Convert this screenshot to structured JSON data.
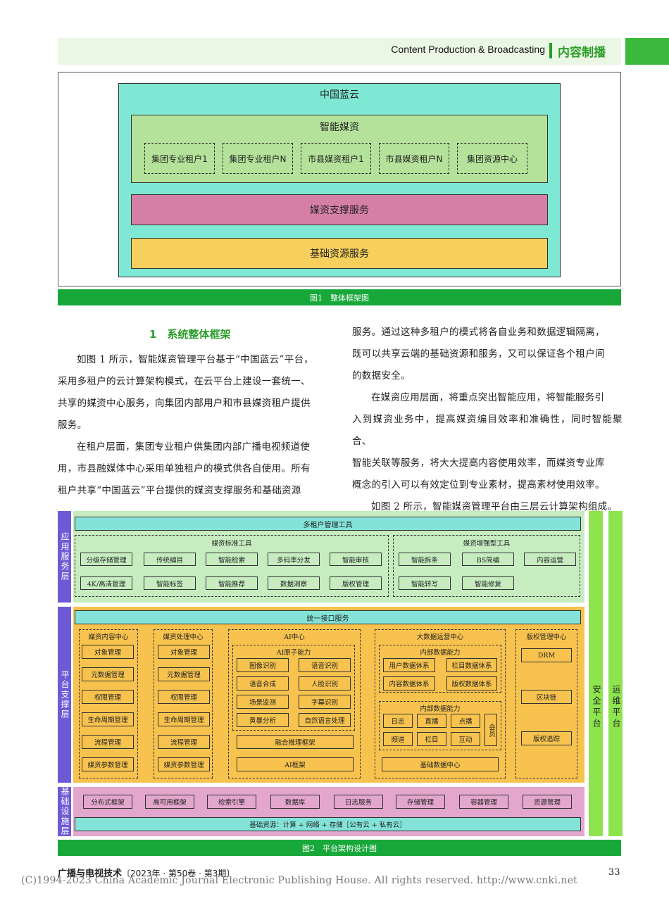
{
  "header": {
    "english": "Content Production & Broadcasting",
    "chinese": "内容制播"
  },
  "fig1": {
    "cloud": "中国蓝云",
    "smart": "智能媒资",
    "tenants": [
      "集团专业租户1",
      "集团专业租户N",
      "市县媒资租户1",
      "市县媒资租户N",
      "集团资源中心"
    ],
    "support": "媒资支撑服务",
    "base": "基础资源服务",
    "caption": "图1　整体框架图"
  },
  "section": {
    "title": "1　系统整体框架"
  },
  "paragraphs": {
    "left": [
      "如图 1 所示，智能媒资管理平台基于“中国蓝云”平台，",
      "采用多租户的云计算架构模式，在云平台上建设一套统一、",
      "共享的媒资中心服务，向集团内部用户和市县媒资租户提供",
      "服务。",
      "在租户层面，集团专业租户供集团内部广播电视频道使",
      "用，市县融媒体中心采用单独租户的模式供各自使用。所有",
      "租户共享“中国蓝云”平台提供的媒资支撑服务和基础资源"
    ],
    "right": [
      "服务。通过这种多租户的模式将各自业务和数据逻辑隔离，",
      "既可以共享云端的基础资源和服务，又可以保证各个租户间",
      "的数据安全。",
      "在媒资应用层面，将重点突出智能应用，将智能服务引",
      "入到媒资业务中，提高媒资编目效率和准确性，同时智能聚合、",
      "智能关联等服务，将大大提高内容使用效率，而媒资专业库",
      "概念的引入可以有效定位到专业素材，提高素材使用效率。",
      "如图 2 所示，智能媒资管理平台由三层云计算架构组成。"
    ]
  },
  "fig2": {
    "layers": {
      "app": "应用服务层",
      "platform": "平台支撑层",
      "infra": "基础设施层"
    },
    "multi_tenant": "多租户管理工具",
    "std_tools": {
      "title": "媒资标准工具",
      "row1": [
        "分级存储管理",
        "传统编目",
        "智能检索",
        "多码率分发",
        "智能审核"
      ],
      "row2": [
        "4K/高清管理",
        "智能标签",
        "智能推荐",
        "数据洞察",
        "版权管理"
      ]
    },
    "enh_tools": {
      "title": "媒资增强型工具",
      "row1": [
        "智能拆条",
        "BS简编",
        "内容运营"
      ],
      "row2": [
        "智能转写",
        "智能修复"
      ]
    },
    "unified": "统一接口服务",
    "content_center": {
      "title": "媒资内容中心",
      "items": [
        "对象管理",
        "元数据管理",
        "权限管理",
        "生命周期管理",
        "流程管理",
        "媒资参数管理"
      ]
    },
    "process_center": {
      "title": "媒资处理中心",
      "items": [
        "对象管理",
        "元数据管理",
        "权限管理",
        "生命周期管理",
        "流程管理",
        "媒资参数管理"
      ]
    },
    "ai_center": {
      "title": "AI中心",
      "atom": "AI原子能力",
      "items": [
        "图像识别",
        "语音识别",
        "语音合成",
        "人脸识别",
        "场景监测",
        "字幕识别",
        "黄暴分析",
        "自然语言处理"
      ],
      "fusion": "融合推理框架",
      "framework": "AI框架"
    },
    "bigdata": {
      "title": "大数据运营中心",
      "inner1": "内部数据能力",
      "items1": [
        "用户数据体系",
        "栏目数据体系",
        "内容数据体系",
        "版权数据体系"
      ],
      "inner2": "内部数据能力",
      "items2a": [
        "日志",
        "直播",
        "点播"
      ],
      "items2b": [
        "频道",
        "栏目",
        "互动"
      ],
      "member": "会员",
      "base": "基础数据中心"
    },
    "copyright": {
      "title": "版权管理中心",
      "items": [
        "DRM",
        "区块链",
        "版权追踪"
      ]
    },
    "security": "安全平台",
    "ops": "运维平台",
    "infra_items": [
      "分布式框架",
      "高可用框架",
      "检索引擎",
      "数据库",
      "日志服务",
      "存储管理",
      "容器管理",
      "资源管理"
    ],
    "infra_base": "基础资源：计算 + 网络 + 存储［公有云 + 私有云］",
    "caption": "图2　平台架构设计图"
  },
  "footer": {
    "journal": "广播与电视技术",
    "issue": "〔2023年 · 第50卷 · 第3期〕",
    "page": "33",
    "copyright": "(C)1994-2023 China Academic Journal Electronic Publishing House. All rights reserved.    http://www.cnki.net"
  },
  "colors": {
    "green": "#18a83a",
    "cloud": "#7fe8d4",
    "smart": "#b5e29a",
    "support": "#d67fa6",
    "base": "#f6cf5c",
    "layer": "#6f5ad6",
    "appbg": "#c6ecc0",
    "platbg": "#f7c34e",
    "infrabg": "#e3a6cc",
    "unified": "#83e3d8"
  }
}
